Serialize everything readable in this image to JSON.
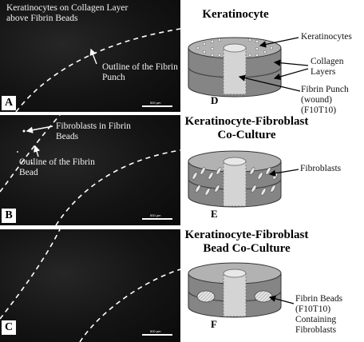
{
  "micrographs": [
    {
      "id": "a",
      "label": "A",
      "texts": [
        "Keratinocytes on Collagen Layer above Fibrin Beads",
        "Outline of the Fibrin Punch"
      ],
      "scale_bar": "500 µm"
    },
    {
      "id": "b",
      "label": "B",
      "texts": [
        "Fibroblasts in Fibrin Beads",
        "Outline of the Fibrin Bead"
      ],
      "scale_bar": "500 µm"
    },
    {
      "id": "c",
      "label": "C",
      "texts": [],
      "scale_bar": "500 µm"
    }
  ],
  "schematics": [
    {
      "id": "d",
      "letter": "D",
      "title": "Keratinocyte",
      "annotations": [
        "Keratinocytes",
        "Collagen Layers",
        "Fibrin Punch (wound) (F10T10)"
      ]
    },
    {
      "id": "e",
      "letter": "E",
      "title": "Keratinocyte-Fibroblast Co-Culture",
      "annotations": [
        "Fibroblasts"
      ]
    },
    {
      "id": "f",
      "letter": "F",
      "title": "Keratinocyte-Fibroblast Bead Co-Culture",
      "annotations": [
        "Fibrin Beads (F10T10) Containing Fibroblasts"
      ]
    }
  ],
  "colors": {
    "micrograph_bg": "#141414",
    "annotation_text": "#f2f2f2",
    "cylinder_body": "#858585",
    "cylinder_top": "#b2b2b2",
    "punch": "#d4d4d4"
  }
}
